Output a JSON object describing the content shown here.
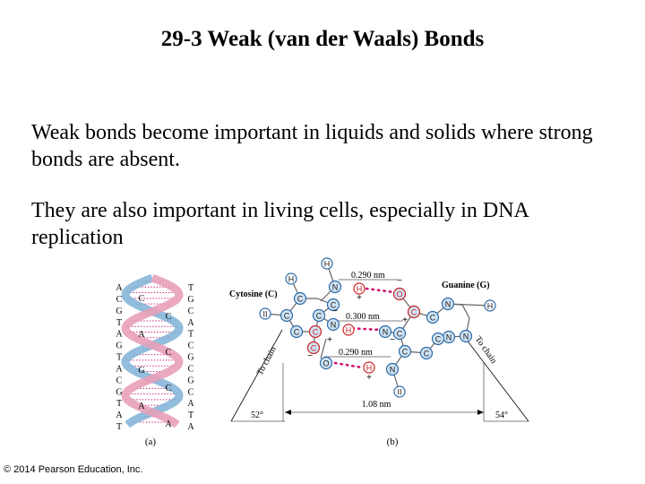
{
  "slide": {
    "title": "29-3 Weak (van der Waals) Bonds",
    "paragraphs": [
      "Weak bonds become important in liquids and solids where strong bonds are absent.",
      "They are also important in living cells, especially in DNA replication"
    ],
    "copyright": "© 2014 Pearson Education, Inc."
  },
  "figure": {
    "helix": {
      "left_bases": [
        "A",
        "C",
        "G",
        "T",
        "A",
        "G",
        "T",
        "A",
        "C",
        "G",
        "T",
        "A",
        "T"
      ],
      "right_bases": [
        "T",
        "G",
        "C",
        "A",
        "T",
        "C",
        "G",
        "C",
        "G",
        "C",
        "A",
        "T",
        "A"
      ],
      "mid_bases": [
        "C",
        "C",
        "A",
        "C",
        "G",
        "C",
        "A",
        "A"
      ],
      "label": "(a)",
      "colors": {
        "strand_a": "#e8a0b8",
        "strand_b": "#7fb2d6",
        "h_bond": "#d02a8a"
      }
    },
    "pair": {
      "cytosine_label": "Cytosine (C)",
      "guanine_label": "Guanine (G)",
      "bond_labels": [
        "0.290 nm",
        "0.300 nm",
        "0.290 nm"
      ],
      "width_label": "1.08 nm",
      "chain_label": "To chain",
      "angle_left": "52°",
      "angle_right": "54°",
      "label": "(b)",
      "atoms": {
        "H": "H",
        "N": "N",
        "C": "C",
        "O": "O",
        "hydrogen_dark": "II"
      },
      "signs": {
        "plus": "+",
        "minus": "−"
      },
      "colors": {
        "atom_stroke": "#2d6aa8",
        "atom_fill": "#cfe3f5",
        "charge": "#cc2222",
        "bond": "#d01070"
      }
    }
  }
}
